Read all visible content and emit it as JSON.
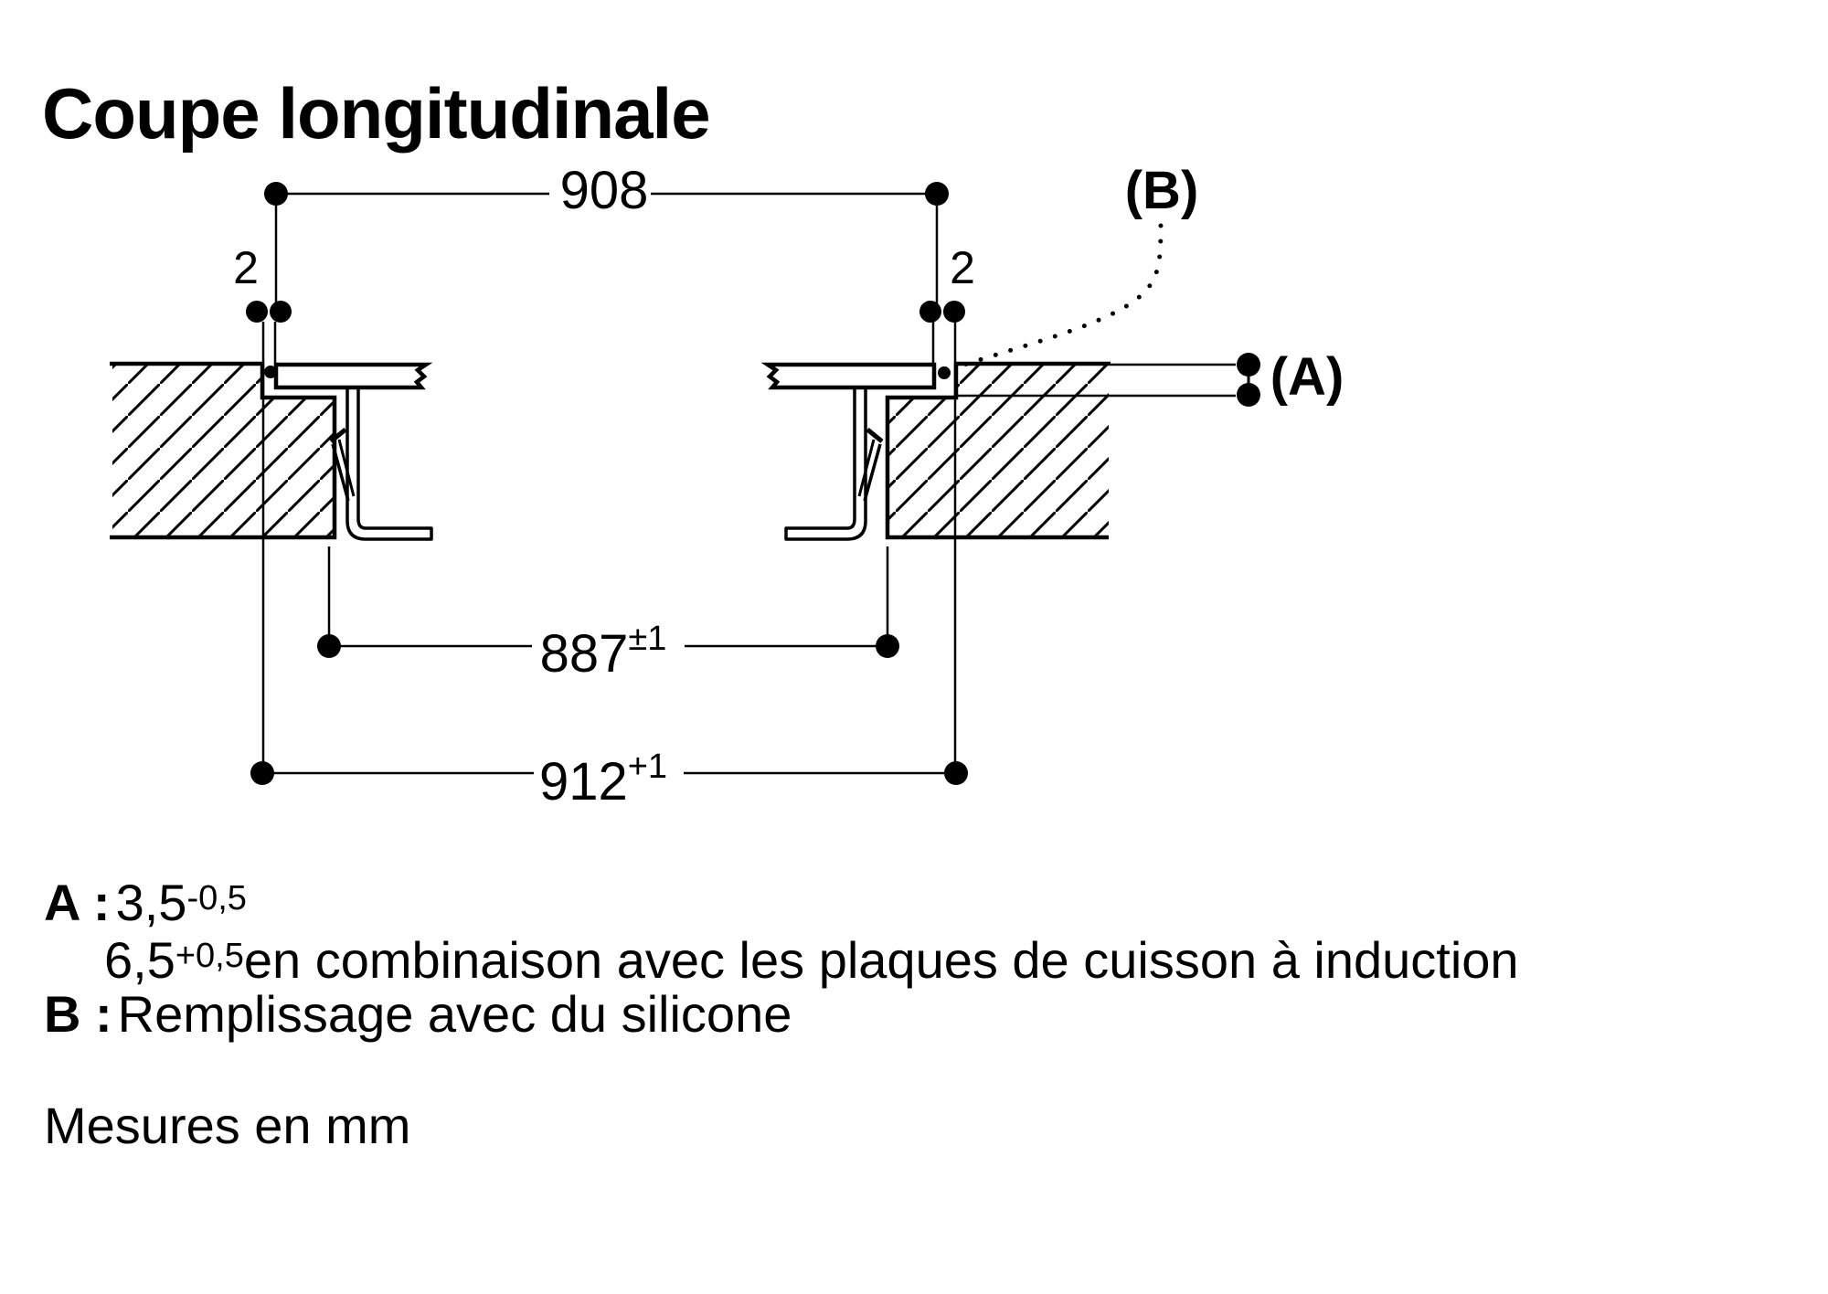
{
  "page": {
    "background": "#ffffff",
    "ink": "#000000"
  },
  "title": "Coupe longitudinale",
  "dims": {
    "d908": {
      "value": "908"
    },
    "d887": {
      "value": "887",
      "tol": "±1"
    },
    "d912": {
      "value": "912",
      "tol": "+1"
    },
    "gap_left": {
      "value": "2"
    },
    "gap_right": {
      "value": "2"
    }
  },
  "callouts": {
    "a": "(A)",
    "b": "(B)"
  },
  "legend": {
    "a_label": "A :",
    "a_value": "3,5",
    "a_tol": "-0,5",
    "a2_value": "6,5",
    "a2_tol": "+0,5",
    "a2_text": "en combinaison avec les plaques de cuisson à induction",
    "b_label": "B :",
    "b_text": "Remplissage avec du silicone"
  },
  "footer": {
    "units": "Mesures en mm"
  }
}
